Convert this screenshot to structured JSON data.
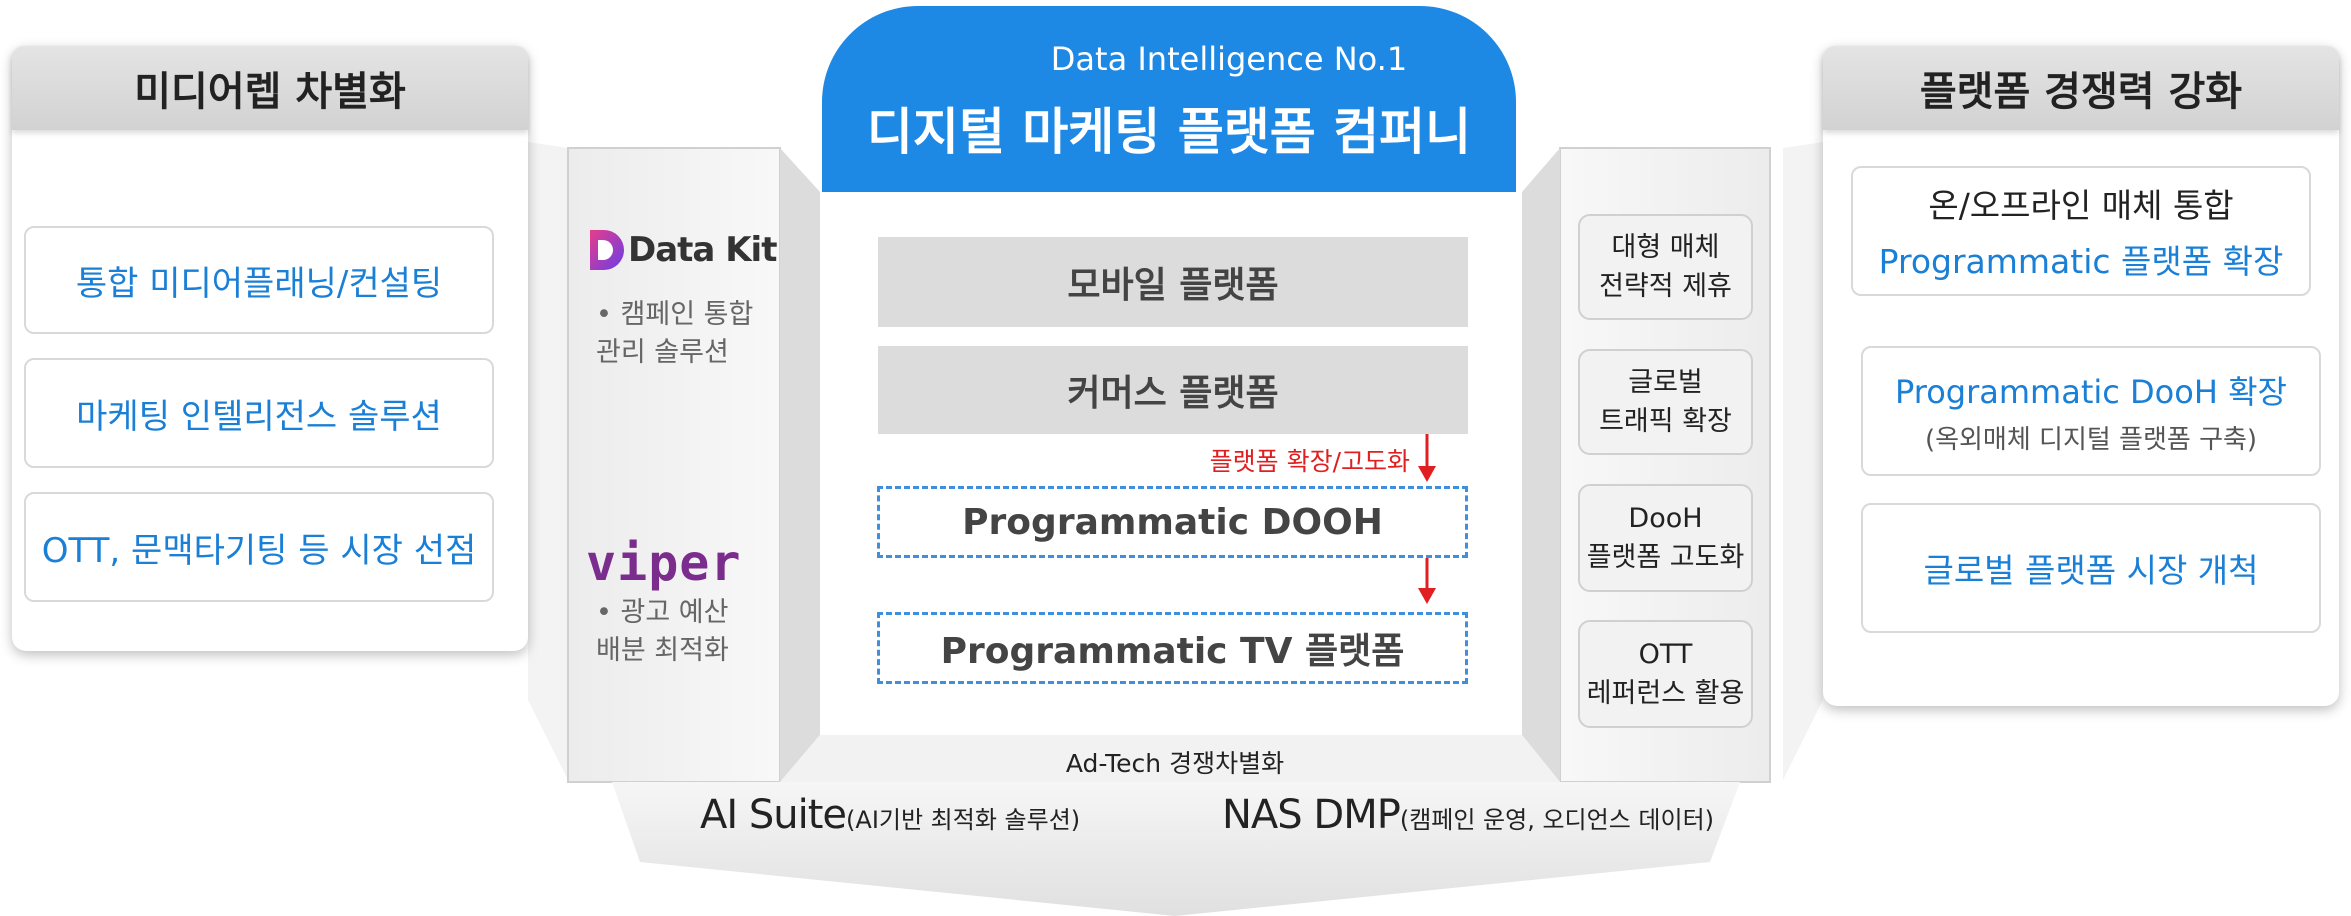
{
  "left_panel": {
    "title": "미디어렙 차별화",
    "items": [
      "통합 미디어플래닝/컨설팅",
      "마케팅 인텔리전스 솔루션",
      "OTT, 문맥타기팅 등 시장 선점"
    ]
  },
  "right_panel": {
    "title": "플랫폼 경쟁력 강화",
    "items": [
      {
        "line1": "온/오프라인 매체 통합",
        "line2": "Programmatic 플랫폼 확장"
      },
      {
        "line1": "Programmatic DooH 확장",
        "line2": "(옥외매체 디지털 플랫폼 구축)"
      },
      {
        "line1": "글로벌 플랫폼 시장 개척"
      }
    ]
  },
  "header": {
    "subtitle": "Data Intelligence No.1",
    "title": "디지털 마케팅 플랫폼 컴퍼니"
  },
  "center": {
    "platforms": [
      "모바일 플랫폼",
      "커머스 플랫폼"
    ],
    "expansion_label": "플랫폼 확장/고도화",
    "programmatic": [
      "Programmatic DOOH",
      "Programmatic TV 플랫폼"
    ],
    "footer_label": "Ad-Tech 경쟁차별화"
  },
  "left_products": [
    {
      "name": "Data Kit",
      "desc_line1": "• 캠페인 통합",
      "desc_line2": "관리 솔루션"
    },
    {
      "name": "viper",
      "desc_line1": "• 광고 예산",
      "desc_line2": "배분 최적화"
    }
  ],
  "right_pills": [
    {
      "line1": "대형 매체",
      "line2": "전략적 제휴"
    },
    {
      "line1": "글로벌",
      "line2": "트래픽 확장"
    },
    {
      "line1": "DooH",
      "line2": "플랫폼 고도화"
    },
    {
      "line1": "OTT",
      "line2": "레퍼런스 활용"
    }
  ],
  "base": {
    "ai_name": "AI Suite",
    "ai_desc": "(AI기반 최적화 솔루션)",
    "dmp_name": "NAS DMP",
    "dmp_desc": "(캠페인 운영, 오디언스 데이터)"
  },
  "colors": {
    "accent": "#1e88e5",
    "link_blue": "#1a7fd6",
    "arrow_red": "#e02020",
    "viper_purple": "#7b2d8e"
  }
}
